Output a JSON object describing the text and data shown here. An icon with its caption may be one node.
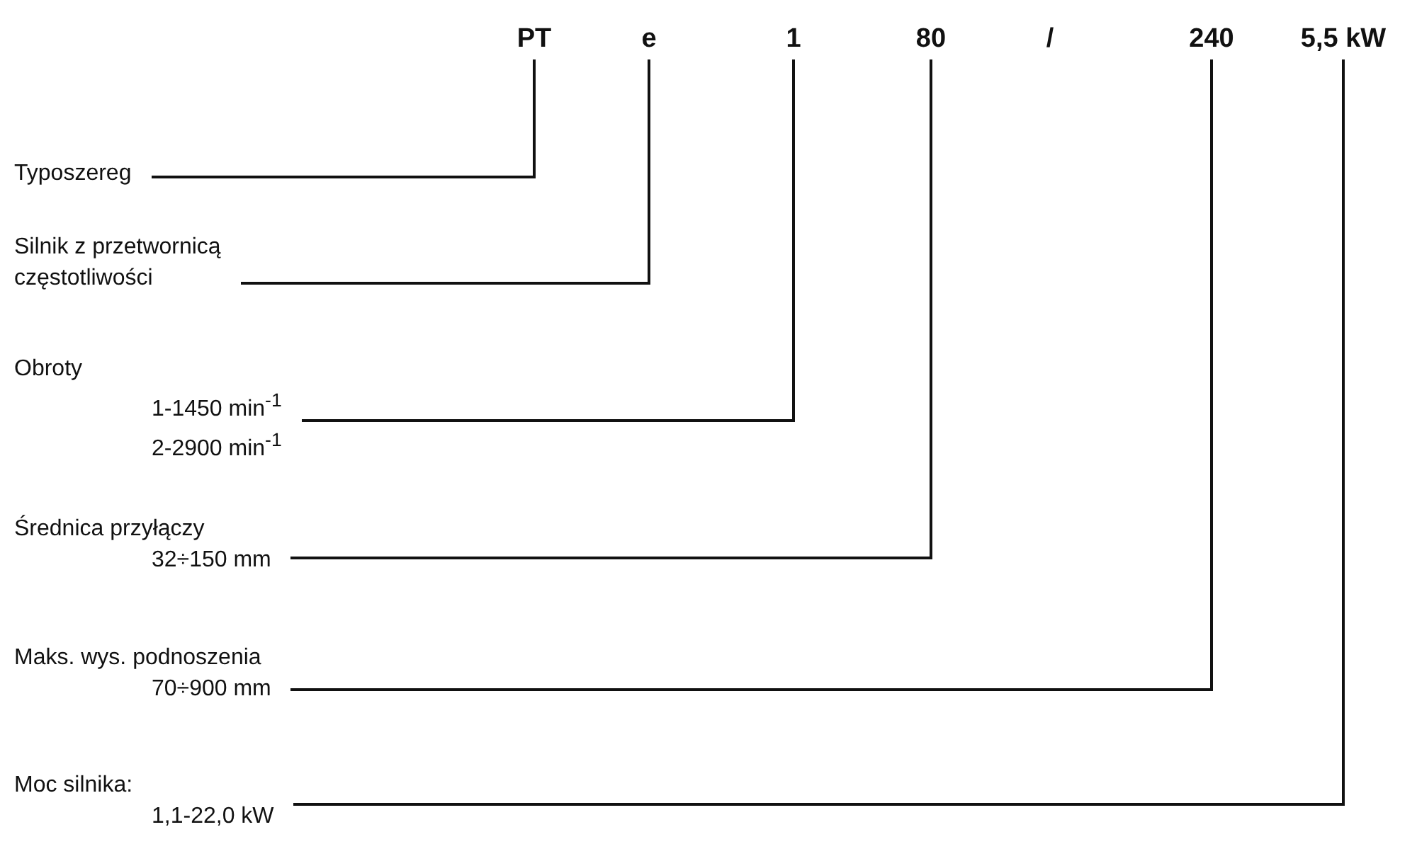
{
  "diagram": {
    "nodes": [
      {
        "text": [
          "PT"
        ]
      },
      {
        "text": [
          "e"
        ]
      },
      {
        "text": [
          "1"
        ]
      },
      {
        "text": [
          "80"
        ]
      },
      {
        "text": [
          "240"
        ]
      },
      {
        "text": [
          "5,5 kW"
        ]
      },
      {
        "text": [
          "Typoszereg"
        ]
      },
      {
        "text": [
          "Silnik z przetwornicą częstotliwości"
        ]
      },
      {
        "text": [
          "Obroty",
          "1-1450 min$^{-1}$",
          "2-2900 min$^{-1}$"
        ]
      },
      {
        "text": [
          "Średnica przyłączy",
          "32÷150 mm"
        ]
      },
      {
        "text": [
          "Maks. wys. podnoszenia",
          "70÷900 mm"
        ]
      },
      {
        "text": [
          "Moc silnika:",
          "1,1-22,0 kW"
        ]
      }
    ],
    "edges": [
      {
        "from": 6,
        "to": 0,
        "arrow": "none"
      },
      {
        "from": 7,
        "to": 1,
        "arrow": "none"
      },
      {
        "from": 8,
        "to": 2,
        "arrow": "none"
      },
      {
        "from": 9,
        "to": 3,
        "arrow": "none"
      },
      {
        "from": 10,
        "to": 4,
        "arrow": "none"
      },
      {
        "from": 11,
        "to": 5,
        "arrow": "none"
      }
    ],
    "labels": [
      "/"
    ]
  }
}
